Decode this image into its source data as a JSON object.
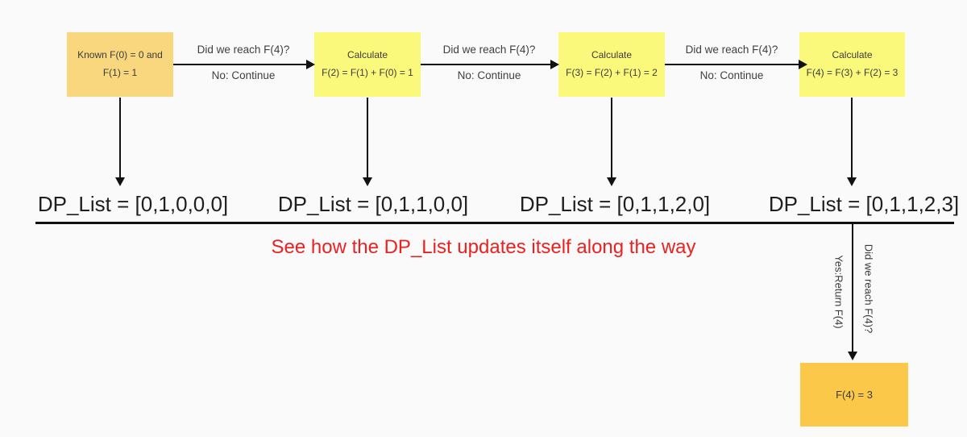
{
  "steps": [
    {
      "text": "Known F(0) = 0 and\nF(1) = 1"
    },
    {
      "text": "Calculate\nF(2) = F(1) + F(0) = 1"
    },
    {
      "text": "Calculate\nF(3) = F(2) + F(1) = 2"
    },
    {
      "text": "Calculate\nF(4) = F(3) + F(2) = 3"
    }
  ],
  "transitions": [
    {
      "top": "Did we reach F(4)?",
      "bottom": "No: Continue"
    },
    {
      "top": "Did we reach F(4)?",
      "bottom": "No: Continue"
    },
    {
      "top": "Did we reach F(4)?",
      "bottom": "No: Continue"
    }
  ],
  "dp_lists": [
    {
      "text": "DP_List = [0,1,0,0,0]"
    },
    {
      "text": "DP_List = [0,1,1,0,0]"
    },
    {
      "text": "DP_List = [0,1,1,2,0]"
    },
    {
      "text": "DP_List = [0,1,1,2,3]"
    }
  ],
  "caption": "See how the DP_List updates itself along the way",
  "final_transition": {
    "left_label": "Yes:Return F(4)",
    "right_label": "Did we reach F(4)?"
  },
  "result_box": {
    "text": "F(4) = 3"
  },
  "colors": {
    "background": "#fafafa",
    "start_box": "#f8d77e",
    "calc_box": "#fbf97b",
    "result_box": "#fcc84a",
    "caption_red": "#ed1f1f",
    "arrow": "#111111"
  }
}
